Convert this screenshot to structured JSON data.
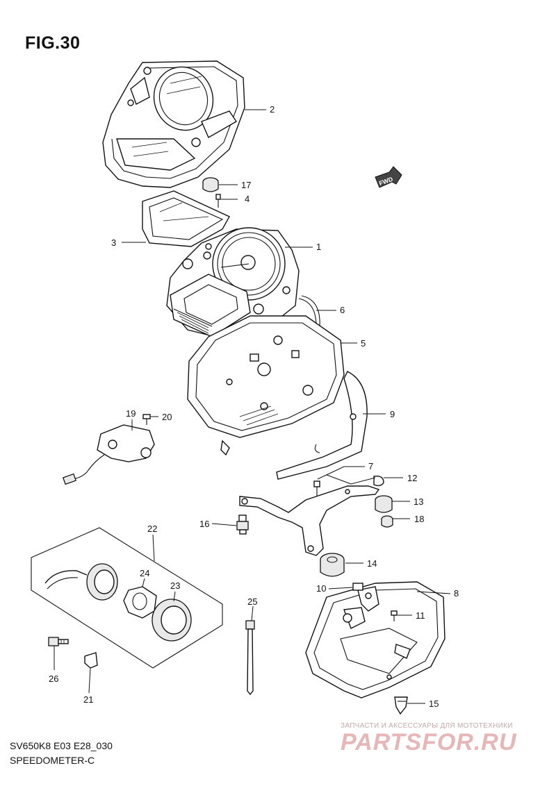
{
  "figure": {
    "title": "FIG.30",
    "code": "SV650K8 E03 E28_030",
    "name": "SPEEDOMETER-C"
  },
  "fwd_label": "FWD",
  "callouts": {
    "c1": "1",
    "c2": "2",
    "c3": "3",
    "c4": "4",
    "c5": "5",
    "c6": "6",
    "c7": "7",
    "c8": "8",
    "c9": "9",
    "c10": "10",
    "c11": "11",
    "c12": "12",
    "c13": "13",
    "c14": "14",
    "c15": "15",
    "c16": "16",
    "c17": "17",
    "c18": "18",
    "c19": "19",
    "c20": "20",
    "c21": "21",
    "c22": "22",
    "c23": "23",
    "c24": "24",
    "c25": "25",
    "c26": "26"
  },
  "watermark": {
    "subtitle": "ЗАПЧАСТИ И АКСЕССУАРЫ ДЛЯ МОТОТЕХНИКИ",
    "logo": "PARTSFOR.RU"
  }
}
